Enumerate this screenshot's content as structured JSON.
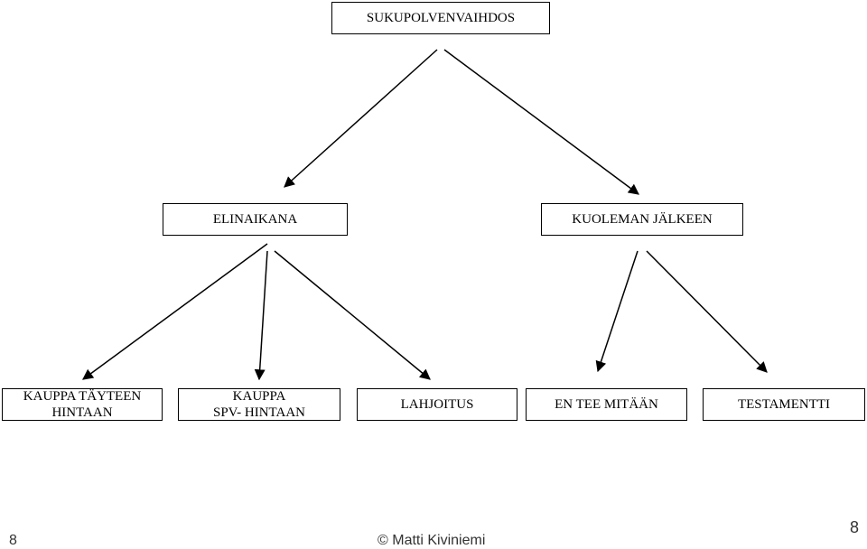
{
  "diagram": {
    "nodes": {
      "root": "SUKUPOLVENVAIHDOS",
      "lifetime": "ELINAIKANA",
      "after_death": "KUOLEMAN JÄLKEEN",
      "full_price_sale": "KAUPPA TÄYTEEN\nHINTAAN",
      "spv_price_sale": "KAUPPA\nSPV- HINTAAN",
      "gift": "LAHJOITUS",
      "do_nothing": "EN TEE MITÄÄN",
      "will": "TESTAMENTTI"
    },
    "edges": [
      [
        "root",
        "lifetime"
      ],
      [
        "root",
        "after_death"
      ],
      [
        "lifetime",
        "full_price_sale"
      ],
      [
        "lifetime",
        "spv_price_sale"
      ],
      [
        "lifetime",
        "gift"
      ],
      [
        "after_death",
        "do_nothing"
      ],
      [
        "after_death",
        "will"
      ]
    ]
  },
  "footer": {
    "left_page_number": "8",
    "copyright": "© Matti Kiviniemi",
    "right_page_number": "8"
  },
  "colors": {
    "line": "#000000",
    "box_border": "#000000",
    "footer_text": "#333333"
  }
}
